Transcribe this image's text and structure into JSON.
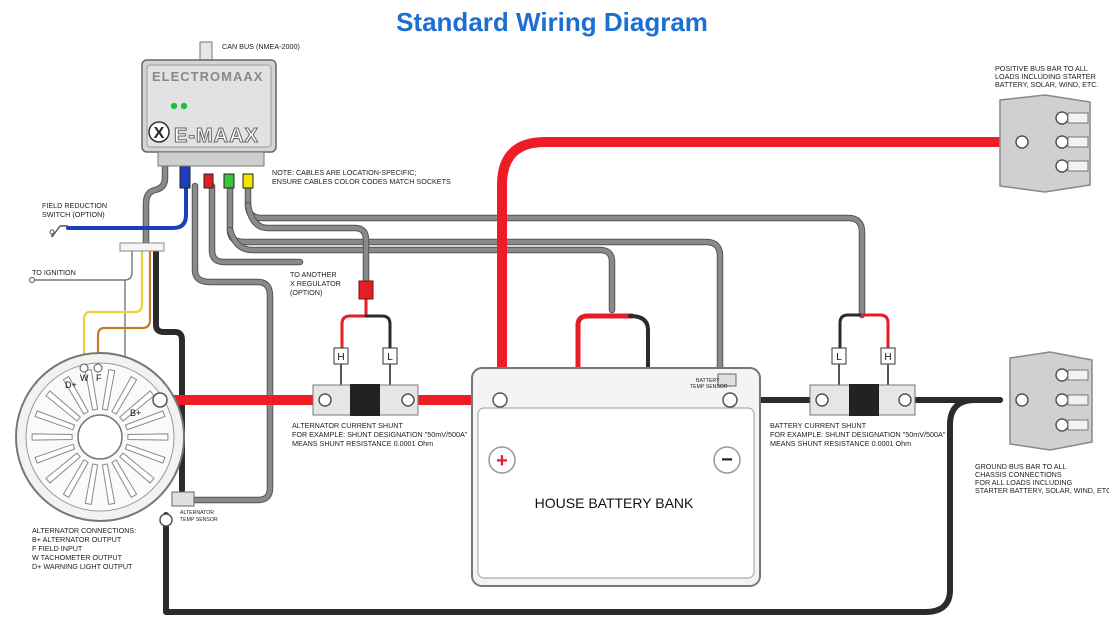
{
  "title": "Standard Wiring Diagram",
  "regulator": {
    "brand": "ELECTROMAAX",
    "model": "E-MAAX",
    "logo_mark": "X",
    "can_bus_label": "CAN BUS (NMEA-2000)",
    "status_led_color": "#19c43a"
  },
  "notes": {
    "cable_note_line1": "NOTE: CABLES ARE LOCATION-SPECIFIC;",
    "cable_note_line2": "ENSURE CABLES COLOR CODES MATCH SOCKETS"
  },
  "field_switch": {
    "line1": "FIELD REDUCTION",
    "line2": "SWITCH (OPTION)"
  },
  "ignition": {
    "label": "TO IGNITION"
  },
  "another_regulator": {
    "line1": "TO ANOTHER",
    "line2": "X REGULATOR",
    "line3": "(OPTION)"
  },
  "alternator": {
    "terminal_dplus": "D+",
    "terminal_w": "W",
    "terminal_f": "F",
    "terminal_bplus": "B+",
    "temp_sensor_line1": "ALTERNATOR",
    "temp_sensor_line2": "TEMP SENSOR",
    "connections_title": "ALTERNATOR CONNECTIONS:",
    "connections": [
      "B+  ALTERNATOR OUTPUT",
      "F    FIELD INPUT",
      "W   TACHOMETER OUTPUT",
      "D+  WARNING LIGHT OUTPUT"
    ]
  },
  "alternator_shunt": {
    "label_h": "H",
    "label_l": "L",
    "line1": "ALTERNATOR CURRENT SHUNT",
    "line2": "FOR EXAMPLE: SHUNT DESIGNATION \"50mV/500A\"",
    "line3": "MEANS SHUNT RESISTANCE 0.0001 Ohm"
  },
  "battery_shunt": {
    "label_l": "L",
    "label_h": "H",
    "line1": "BATTERY CURRENT SHUNT",
    "line2": "FOR EXAMPLE: SHUNT DESIGNATION \"50mV/500A\"",
    "line3": "MEANS SHUNT RESISTANCE 0.0001 Ohm"
  },
  "battery": {
    "label": "HOUSE BATTERY BANK",
    "temp_sensor_line1": "BATTERY",
    "temp_sensor_line2": "TEMP SENSOR",
    "positive_symbol": "+",
    "negative_symbol": "−"
  },
  "positive_bus": {
    "line1": "POSITIVE BUS BAR TO ALL",
    "line2": "LOADS INCLUDING STARTER",
    "line3": "BATTERY, SOLAR, WIND, ETC."
  },
  "ground_bus": {
    "line1": "GROUND BUS BAR TO ALL",
    "line2": "CHASSIS CONNECTIONS",
    "line3": "FOR ALL LOADS INCLUDING",
    "line4": "STARTER BATTERY, SOLAR, WIND, ETC."
  },
  "colors": {
    "title": "#1a6fd1",
    "wire_positive": "#ee1c24",
    "wire_negative": "#2b2b2b",
    "wire_signal": "#8a8a8a",
    "wire_field": "#1d3fb8",
    "socket_blue": "#1d3fb8",
    "socket_red": "#e41e26",
    "socket_green": "#3cc33c",
    "socket_yellow": "#f3e300",
    "wire_yellow": "#e8d23a",
    "wire_orange": "#c87a2a"
  }
}
